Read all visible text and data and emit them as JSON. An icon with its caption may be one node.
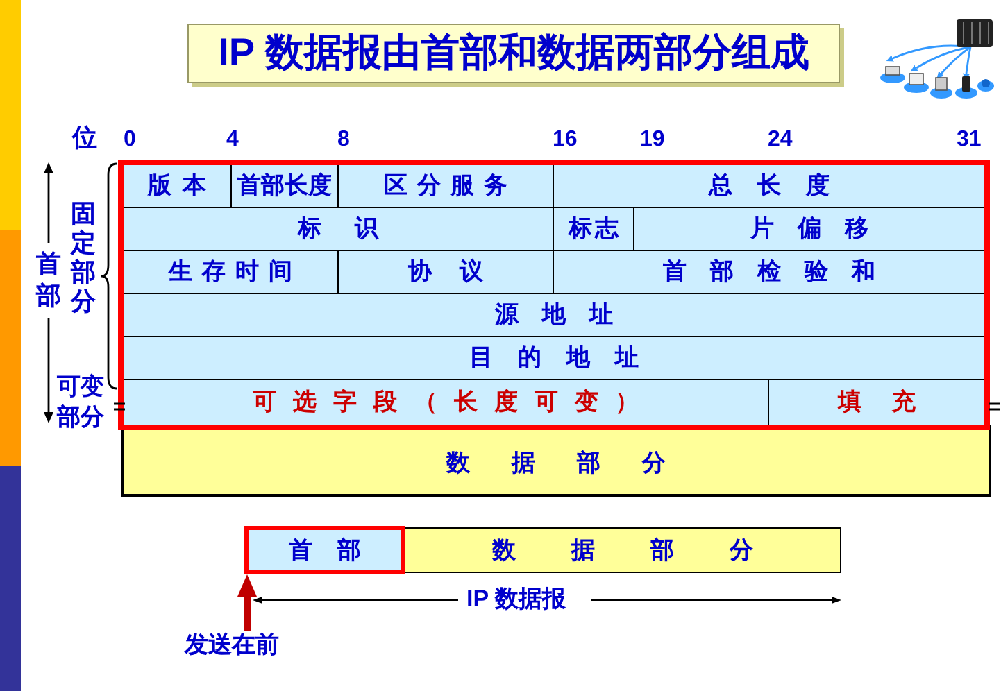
{
  "diagram": {
    "title": "IP 数据报由首部和数据两部分组成",
    "nodes": [
      {
        "text": [],
        "shape": "box"
      },
      {
        "text": [
          "版本"
        ],
        "in": 0
      },
      {
        "text": [
          "首部长度"
        ],
        "in": 0
      },
      {
        "text": [
          "区分服务"
        ],
        "in": 0
      },
      {
        "text": [
          "总长度"
        ],
        "in": 0
      },
      {
        "text": [
          "标识"
        ],
        "in": 0
      },
      {
        "text": [
          "标志"
        ],
        "in": 0
      },
      {
        "text": [
          "片偏移"
        ],
        "in": 0
      },
      {
        "text": [
          "生存时间"
        ],
        "in": 0
      },
      {
        "text": [
          "协议"
        ],
        "in": 0
      },
      {
        "text": [
          "首部检验和"
        ],
        "in": 0
      },
      {
        "text": [
          "源地址"
        ],
        "in": 0
      },
      {
        "text": [
          "目的地址"
        ],
        "in": 0
      },
      {
        "text": [
          "可选字段（长度可变）"
        ],
        "in": 0
      },
      {
        "text": [
          "填充"
        ],
        "in": 0
      },
      {
        "text": [
          "数据部分"
        ]
      },
      {
        "text": [
          "首部"
        ]
      },
      {
        "text": [
          "数据部分"
        ]
      },
      {
        "text": [
          "发送在前"
        ]
      }
    ],
    "edges": [
      {
        "from": 18,
        "to": 16,
        "arrow": "to",
        "color": "#c00000"
      }
    ],
    "labels": [
      "位",
      "0",
      "4",
      "8",
      "16",
      "19",
      "24",
      "31",
      "首部",
      "固定部分",
      "可变部分",
      "IP 数据报"
    ]
  }
}
